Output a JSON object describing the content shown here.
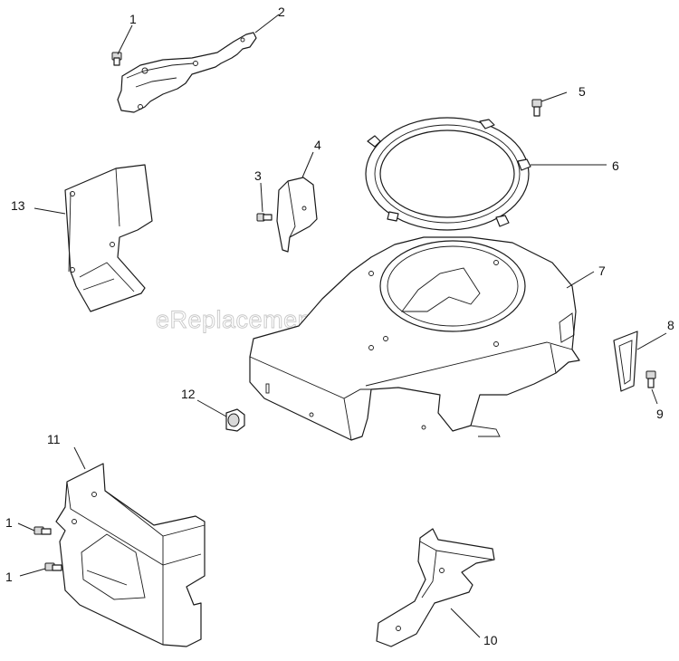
{
  "watermark": "eReplacementParts.com",
  "callouts": {
    "c1a": "1",
    "c2": "2",
    "c3": "3",
    "c4": "4",
    "c5": "5",
    "c6": "6",
    "c7": "7",
    "c8": "8",
    "c9": "9",
    "c10": "10",
    "c11": "11",
    "c12": "12",
    "c13": "13",
    "c1b": "1",
    "c1c": "1"
  }
}
